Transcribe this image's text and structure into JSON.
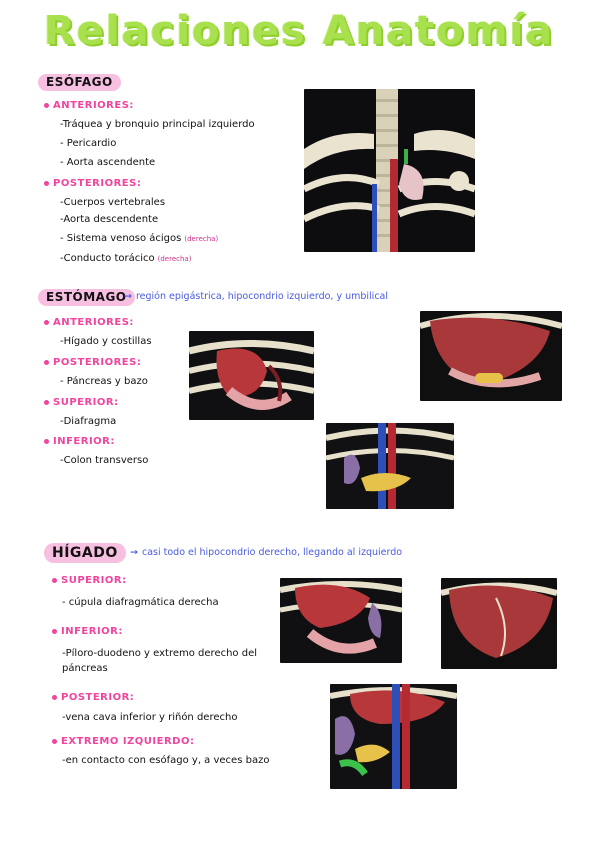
{
  "title": "Relaciones Anatomía",
  "esofago": {
    "label": "ESÓFAGO",
    "anteriores": {
      "head": "ANTERIORES:",
      "items": [
        "-Tráquea y bronquio principal izquierdo",
        "- Pericardio",
        "- Aorta ascendente"
      ]
    },
    "posteriores": {
      "head": "POSTERIORES:",
      "items": [
        "-Cuerpos vertebrales",
        "-Aorta descendente",
        "- Sistema venoso ácigos",
        "-Conducto torácico"
      ],
      "note_azygos": "(derecha)",
      "note_thoracic": "(derecha)"
    }
  },
  "estomago": {
    "label": "ESTÓMAGO",
    "arrow": "→",
    "location": "región epigástrica, hipocondrio izquierdo, y umbilical",
    "anteriores": {
      "head": "ANTERIORES:",
      "item": "-Hígado y costillas"
    },
    "posteriores": {
      "head": "POSTERIORES:",
      "item": "- Páncreas y bazo"
    },
    "superior": {
      "head": "SUPERIOR:",
      "item": "-Diafragma"
    },
    "inferior": {
      "head": "INFERIOR:",
      "item": "-Colon transverso"
    }
  },
  "higado": {
    "label": "HÍGADO",
    "arrow": "→",
    "location": "casi todo el hipocondrio derecho, llegando al izquierdo",
    "superior": {
      "head": "SUPERIOR:",
      "item": "- cúpula diafragmática derecha"
    },
    "inferior": {
      "head": "INFERIOR:",
      "item": "-Píloro-duodeno y extremo derecho del páncreas"
    },
    "posterior": {
      "head": "POSTERIOR:",
      "item": "-vena cava inferior y riñón derecho"
    },
    "extremo": {
      "head": "EXTREMO IZQUIERDO:",
      "item": "-en contacto con esófago y, a veces bazo"
    }
  },
  "colors": {
    "title_green": "#a8e04e",
    "pill_pink": "#f7bfe0",
    "heading_pink": "#f1449f",
    "note_blue": "#4a5be0"
  }
}
